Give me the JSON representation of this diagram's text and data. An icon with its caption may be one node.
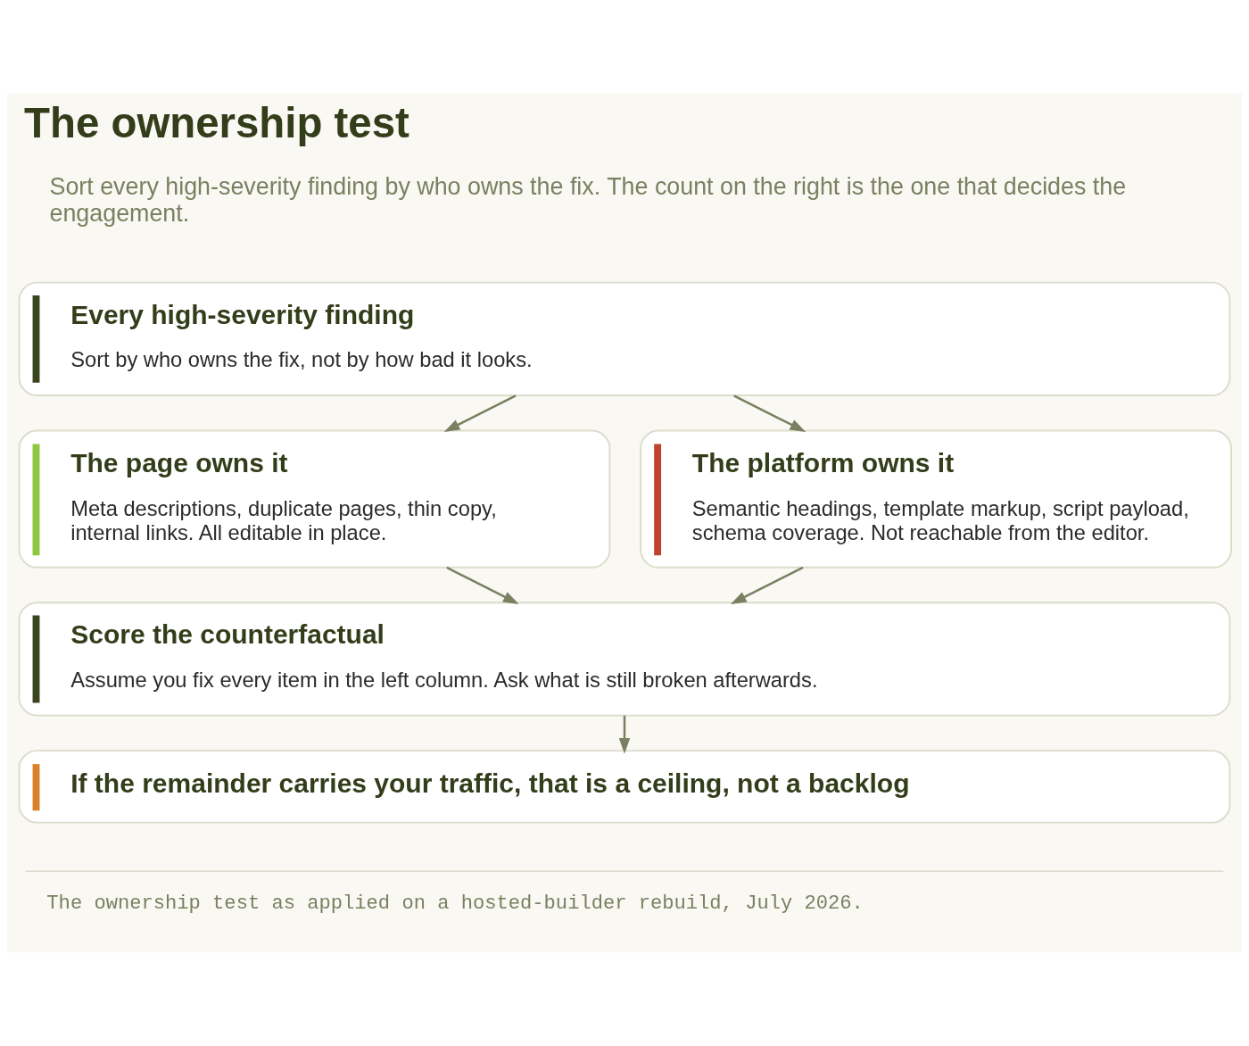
{
  "diagram": {
    "title": "The ownership test",
    "caption": "The ownership test as applied on a hosted-builder rebuild, July 2026.",
    "nodes": [
      {
        "text": [
          "Every high-severity finding",
          "Sort by who owns the fix, not by how bad it looks."
        ]
      },
      {
        "text": [
          "The page owns it",
          "Meta descriptions, duplicate pages, thin copy, internal links. All editable in place."
        ]
      },
      {
        "text": [
          "The platform owns it",
          "Semantic headings, template markup, script payload, schema coverage. Not reachable from the editor."
        ]
      },
      {
        "text": [
          "Score the counterfactual",
          "Assume you fix every item in the left column. Ask what is still broken afterwards."
        ]
      },
      {
        "text": [
          "If the remainder carries your traffic, that is a ceiling, not a backlog"
        ]
      }
    ],
    "edges": [
      {
        "from": 0,
        "to": 1,
        "arrow": "to"
      },
      {
        "from": 0,
        "to": 2,
        "arrow": "to"
      },
      {
        "from": 1,
        "to": 3,
        "arrow": "to"
      },
      {
        "from": 2,
        "to": 3,
        "arrow": "to"
      },
      {
        "from": 3,
        "to": 4,
        "arrow": "to"
      }
    ],
    "labels": [
      "Sort every high-severity finding by who owns the fix. The count on the right is the one that decides the engagement."
    ]
  }
}
